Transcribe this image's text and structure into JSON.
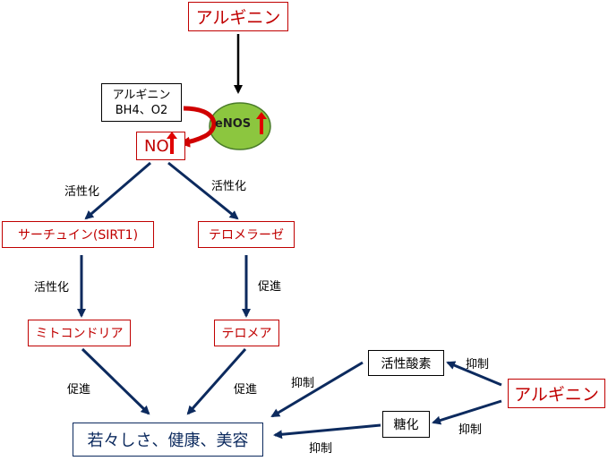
{
  "colors": {
    "red": "#c00000",
    "navy": "#0c2a5e",
    "black": "#000000",
    "ellipse_fill": "#8cc63f",
    "ellipse_stroke": "#4a7c2a"
  },
  "nodes": {
    "arginine_top": "アルギニン",
    "cofactor_line1": "アルギニン",
    "cofactor_line2": "BH4、O2",
    "enos": "eNOS",
    "no": "NO",
    "sirtuin": "サーチュイン(SIRT1)",
    "telomerase": "テロメラーゼ",
    "mitochondria": "ミトコンドリア",
    "telomere": "テロメア",
    "youth": "若々しさ、健康、美容",
    "ros": "活性酸素",
    "glycation": "糖化",
    "arginine_right": "アルギニン"
  },
  "labels": {
    "activation_left": "活性化",
    "activation_right": "活性化",
    "activation_mid": "活性化",
    "promote_telomere": "促進",
    "promote_mito": "促進",
    "promote_tel2": "促進",
    "inhibit_ros_youth": "抑制",
    "inhibit_arg_ros": "抑制",
    "inhibit_arg_gly": "抑制",
    "inhibit_gly_youth": "抑制"
  }
}
